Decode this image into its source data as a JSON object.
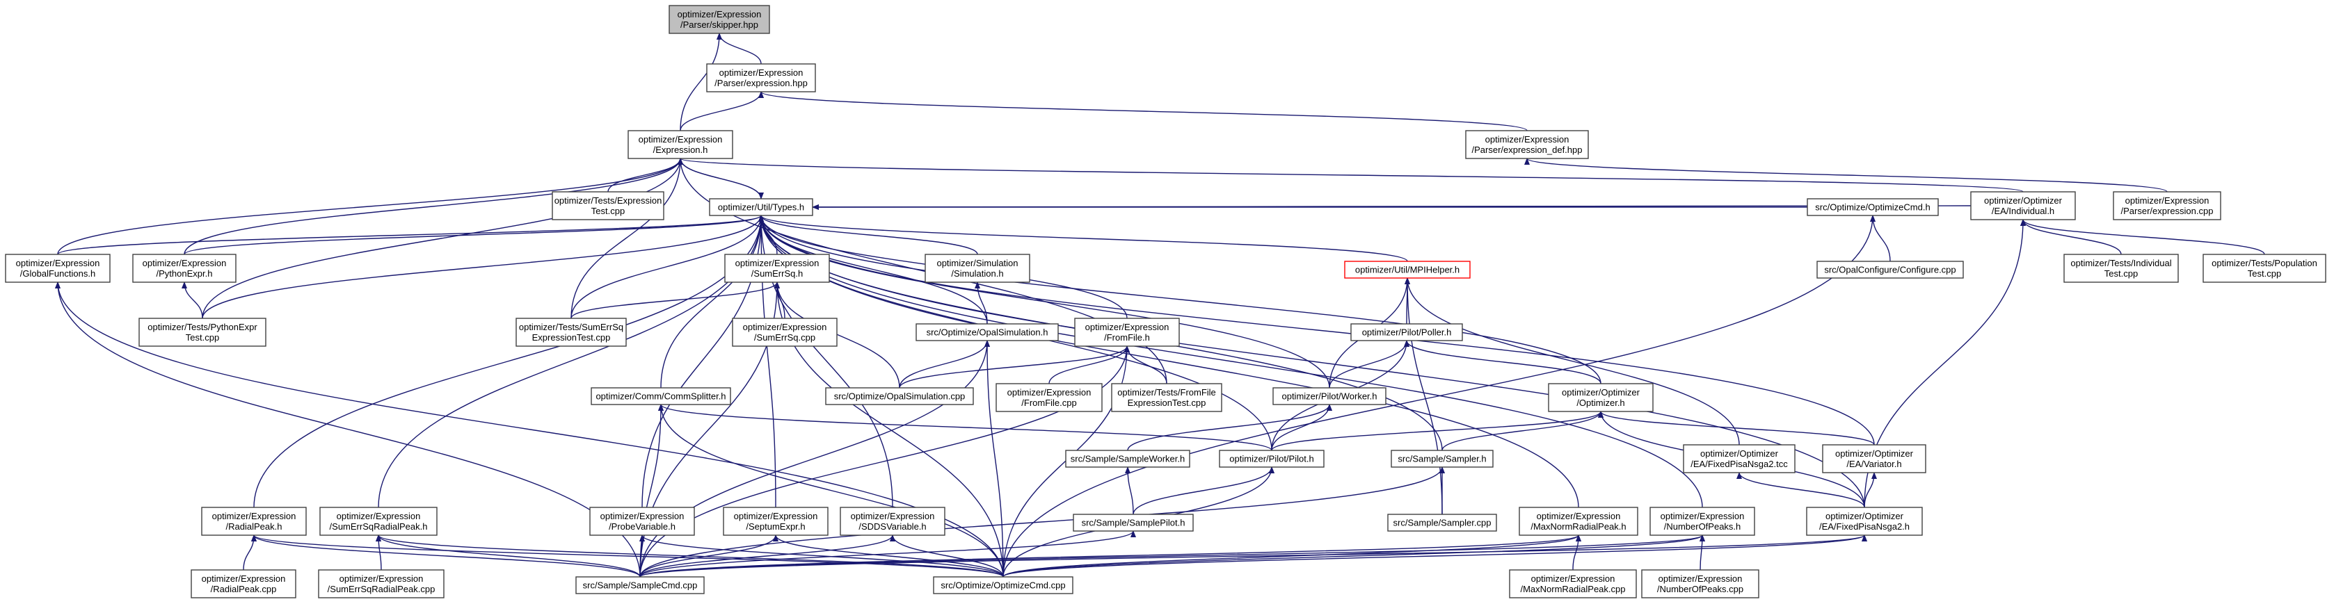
{
  "colors": {
    "edge": "#191970",
    "node_border": "#404040",
    "root_fill": "#bfbfbf",
    "warning_border": "#ff0000"
  },
  "diagram": {
    "nodes": [
      {
        "id": "skipper_hpp",
        "lines": [
          "optimizer/Expression",
          "/Parser/skipper.hpp"
        ]
      },
      {
        "id": "expression_hpp",
        "lines": [
          "optimizer/Expression",
          "/Parser/expression.hpp"
        ]
      },
      {
        "id": "expression_h",
        "lines": [
          "optimizer/Expression",
          "/Expression.h"
        ]
      },
      {
        "id": "expression_def_hpp",
        "lines": [
          "optimizer/Expression",
          "/Parser/expression_def.hpp"
        ]
      },
      {
        "id": "expression_test_cpp",
        "lines": [
          "optimizer/Tests/Expression",
          "Test.cpp"
        ]
      },
      {
        "id": "types_h",
        "lines": [
          "optimizer/Util/Types.h"
        ]
      },
      {
        "id": "optimizecmd_h",
        "lines": [
          "src/Optimize/OptimizeCmd.h"
        ]
      },
      {
        "id": "individual_h",
        "lines": [
          "optimizer/Optimizer",
          "/EA/Individual.h"
        ]
      },
      {
        "id": "expression_cpp",
        "lines": [
          "optimizer/Expression",
          "/Parser/expression.cpp"
        ]
      },
      {
        "id": "globalfunctions_h",
        "lines": [
          "optimizer/Expression",
          "/GlobalFunctions.h"
        ]
      },
      {
        "id": "pythonexpr_h",
        "lines": [
          "optimizer/Expression",
          "/PythonExpr.h"
        ]
      },
      {
        "id": "sumerrsq_h",
        "lines": [
          "optimizer/Expression",
          "/SumErrSq.h"
        ]
      },
      {
        "id": "simulation_h",
        "lines": [
          "optimizer/Simulation",
          "/Simulation.h"
        ]
      },
      {
        "id": "mpihelper_h",
        "lines": [
          "optimizer/Util/MPIHelper.h"
        ]
      },
      {
        "id": "configure_cpp",
        "lines": [
          "src/OpalConfigure/Configure.cpp"
        ]
      },
      {
        "id": "individual_test_cpp",
        "lines": [
          "optimizer/Tests/Individual",
          "Test.cpp"
        ]
      },
      {
        "id": "population_test_cpp",
        "lines": [
          "optimizer/Tests/Population",
          "Test.cpp"
        ]
      },
      {
        "id": "pythonexpr_test_cpp",
        "lines": [
          "optimizer/Tests/PythonExpr",
          "Test.cpp"
        ]
      },
      {
        "id": "sumerrsq_expr_test_cpp",
        "lines": [
          "optimizer/Tests/SumErrSq",
          "ExpressionTest.cpp"
        ]
      },
      {
        "id": "sumerrsq_cpp",
        "lines": [
          "optimizer/Expression",
          "/SumErrSq.cpp"
        ]
      },
      {
        "id": "opalsimulation_h",
        "lines": [
          "src/Optimize/OpalSimulation.h"
        ]
      },
      {
        "id": "fromfile_h",
        "lines": [
          "optimizer/Expression",
          "/FromFile.h"
        ]
      },
      {
        "id": "poller_h",
        "lines": [
          "optimizer/Pilot/Poller.h"
        ]
      },
      {
        "id": "commsplitter_h",
        "lines": [
          "optimizer/Comm/CommSplitter.h"
        ]
      },
      {
        "id": "opalsimulation_cpp",
        "lines": [
          "src/Optimize/OpalSimulation.cpp"
        ]
      },
      {
        "id": "fromfile_cpp",
        "lines": [
          "optimizer/Expression",
          "/FromFile.cpp"
        ]
      },
      {
        "id": "fromfile_test_cpp",
        "lines": [
          "optimizer/Tests/FromFile",
          "ExpressionTest.cpp"
        ]
      },
      {
        "id": "worker_h",
        "lines": [
          "optimizer/Pilot/Worker.h"
        ]
      },
      {
        "id": "optimizer_h",
        "lines": [
          "optimizer/Optimizer",
          "/Optimizer.h"
        ]
      },
      {
        "id": "sampleworker_h",
        "lines": [
          "src/Sample/SampleWorker.h"
        ]
      },
      {
        "id": "pilot_h",
        "lines": [
          "optimizer/Pilot/Pilot.h"
        ]
      },
      {
        "id": "sampler_h",
        "lines": [
          "src/Sample/Sampler.h"
        ]
      },
      {
        "id": "fixedpisansga2_tcc",
        "lines": [
          "optimizer/Optimizer",
          "/EA/FixedPisaNsga2.tcc"
        ]
      },
      {
        "id": "variator_h",
        "lines": [
          "optimizer/Optimizer",
          "/EA/Variator.h"
        ]
      },
      {
        "id": "radialpeak_h",
        "lines": [
          "optimizer/Expression",
          "/RadialPeak.h"
        ]
      },
      {
        "id": "sumerrsqradialpeak_h",
        "lines": [
          "optimizer/Expression",
          "/SumErrSqRadialPeak.h"
        ]
      },
      {
        "id": "probevariable_h",
        "lines": [
          "optimizer/Expression",
          "/ProbeVariable.h"
        ]
      },
      {
        "id": "septumexpr_h",
        "lines": [
          "optimizer/Expression",
          "/SeptumExpr.h"
        ]
      },
      {
        "id": "sddsvariable_h",
        "lines": [
          "optimizer/Expression",
          "/SDDSVariable.h"
        ]
      },
      {
        "id": "samplepilot_h",
        "lines": [
          "src/Sample/SamplePilot.h"
        ]
      },
      {
        "id": "sampler_cpp",
        "lines": [
          "src/Sample/Sampler.cpp"
        ]
      },
      {
        "id": "maxnormradialpeak_h",
        "lines": [
          "optimizer/Expression",
          "/MaxNormRadialPeak.h"
        ]
      },
      {
        "id": "numberofpeaks_h",
        "lines": [
          "optimizer/Expression",
          "/NumberOfPeaks.h"
        ]
      },
      {
        "id": "fixedpisansga2_h",
        "lines": [
          "optimizer/Optimizer",
          "/EA/FixedPisaNsga2.h"
        ]
      },
      {
        "id": "radialpeak_cpp",
        "lines": [
          "optimizer/Expression",
          "/RadialPeak.cpp"
        ]
      },
      {
        "id": "sumerrsqradialpeak_cpp",
        "lines": [
          "optimizer/Expression",
          "/SumErrSqRadialPeak.cpp"
        ]
      },
      {
        "id": "samplecmd_cpp",
        "lines": [
          "src/Sample/SampleCmd.cpp"
        ]
      },
      {
        "id": "optimizecmd_cpp",
        "lines": [
          "src/Optimize/OptimizeCmd.cpp"
        ]
      },
      {
        "id": "maxnormradialpeak_cpp",
        "lines": [
          "optimizer/Expression",
          "/MaxNormRadialPeak.cpp"
        ]
      },
      {
        "id": "numberofpeaks_cpp",
        "lines": [
          "optimizer/Expression",
          "/NumberOfPeaks.cpp"
        ]
      }
    ]
  }
}
